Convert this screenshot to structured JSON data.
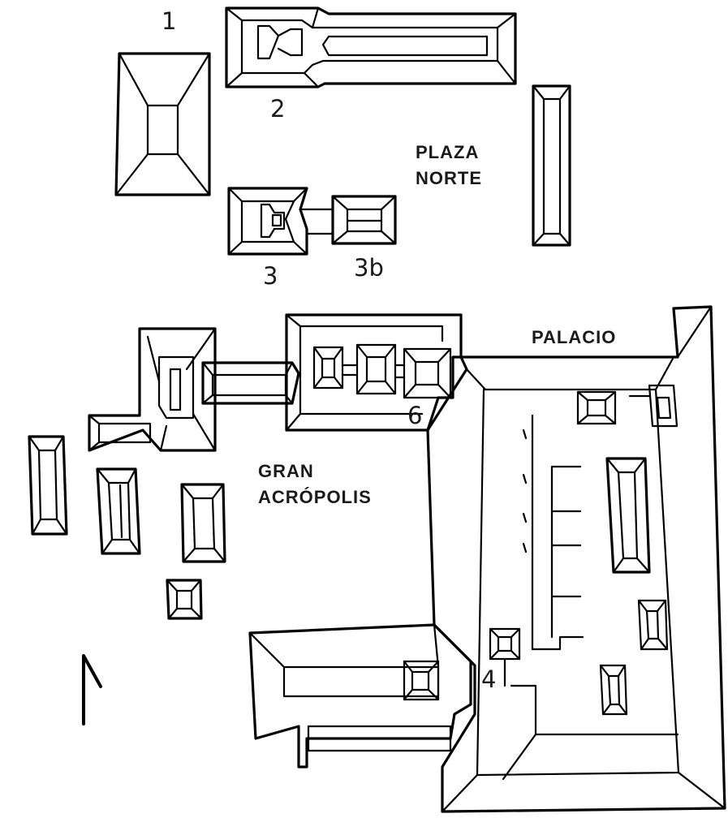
{
  "title": "",
  "colors": {
    "ink": "#000000",
    "label": "#1a1a1a",
    "background": "#ffffff"
  },
  "labels": {
    "structure_1": "1",
    "structure_2": "2",
    "structure_3": "3",
    "structure_3b": "3b",
    "structure_4": "4",
    "structure_6": "6"
  },
  "areas": {
    "plaza_norte": {
      "line1": "PLAZA",
      "line2": "NORTE"
    },
    "gran_acropolis": {
      "line1": "GRAN",
      "line2": "ACRÓPOLIS"
    },
    "palacio": "PALACIO"
  },
  "legend": {
    "north_arrow": "north-arrow-icon"
  }
}
